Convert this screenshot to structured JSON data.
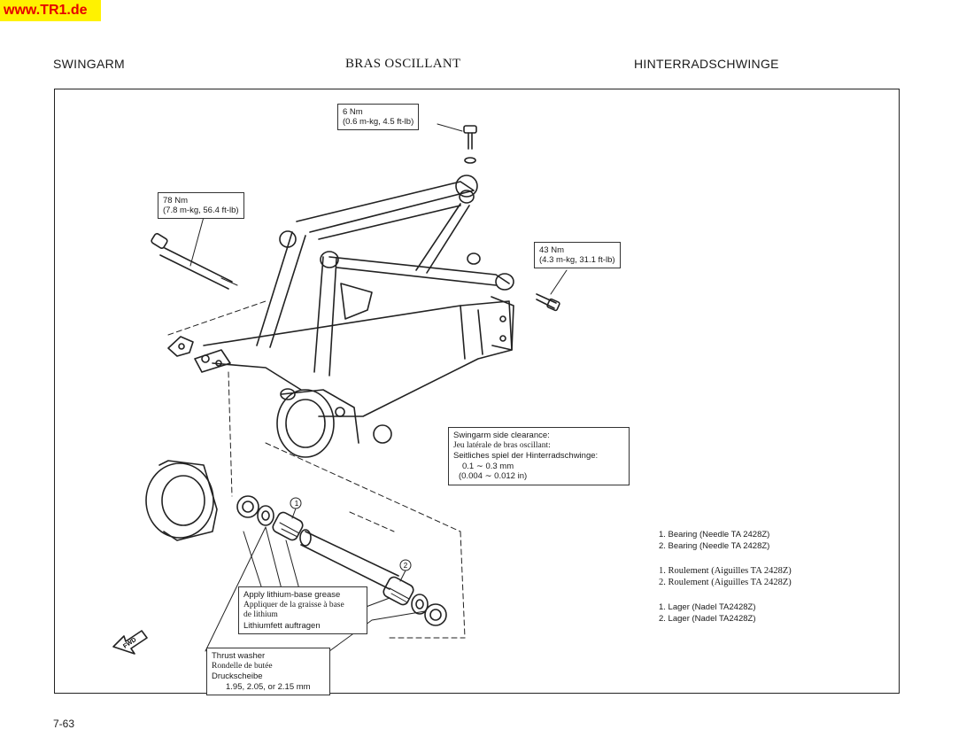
{
  "watermark": "www.TR1.de",
  "header": {
    "en": "SWINGARM",
    "fr": "BRAS OSCILLANT",
    "de": "HINTERRADSCHWINGE"
  },
  "torque": {
    "top": {
      "line1": "6 Nm",
      "line2": "(0.6 m-kg, 4.5 ft-lb)"
    },
    "left": {
      "line1": "78 Nm",
      "line2": "(7.8 m-kg, 56.4 ft-lb)"
    },
    "right": {
      "line1": "43 Nm",
      "line2": "(4.3 m-kg, 31.1 ft-lb)"
    }
  },
  "clearance": {
    "line1": "Swingarm side clearance:",
    "line2": "Jeu latérale de bras oscillant:",
    "line3": "Seitliches spiel der Hinterradschwinge:",
    "line4": "0.1 ∼ 0.3 mm",
    "line5": "(0.004 ∼ 0.012 in)"
  },
  "grease": {
    "line1": "Apply lithium-base grease",
    "line2": "Appliquer de la graisse à base",
    "line3": "de lithium",
    "line4": "Lithiumfett auftragen"
  },
  "washer": {
    "line1": "Thrust washer",
    "line2": "Rondelle de butée",
    "line3": "Druckscheibe",
    "line4": "1.95, 2.05, or 2.15 mm"
  },
  "legend": {
    "en": [
      "1.  Bearing (Needle TA 2428Z)",
      "2.  Bearing (Needle TA 2428Z)"
    ],
    "fr": [
      "1.  Roulement (Aiguilles TA 2428Z)",
      "2.  Roulement (Aiguilles TA 2428Z)"
    ],
    "de": [
      "1.  Lager (Nadel TA2428Z)",
      "2.  Lager (Nadel TA2428Z)"
    ]
  },
  "callouts": {
    "one": "1",
    "two": "2"
  },
  "fwd": "FWD",
  "page_number": "7-63"
}
